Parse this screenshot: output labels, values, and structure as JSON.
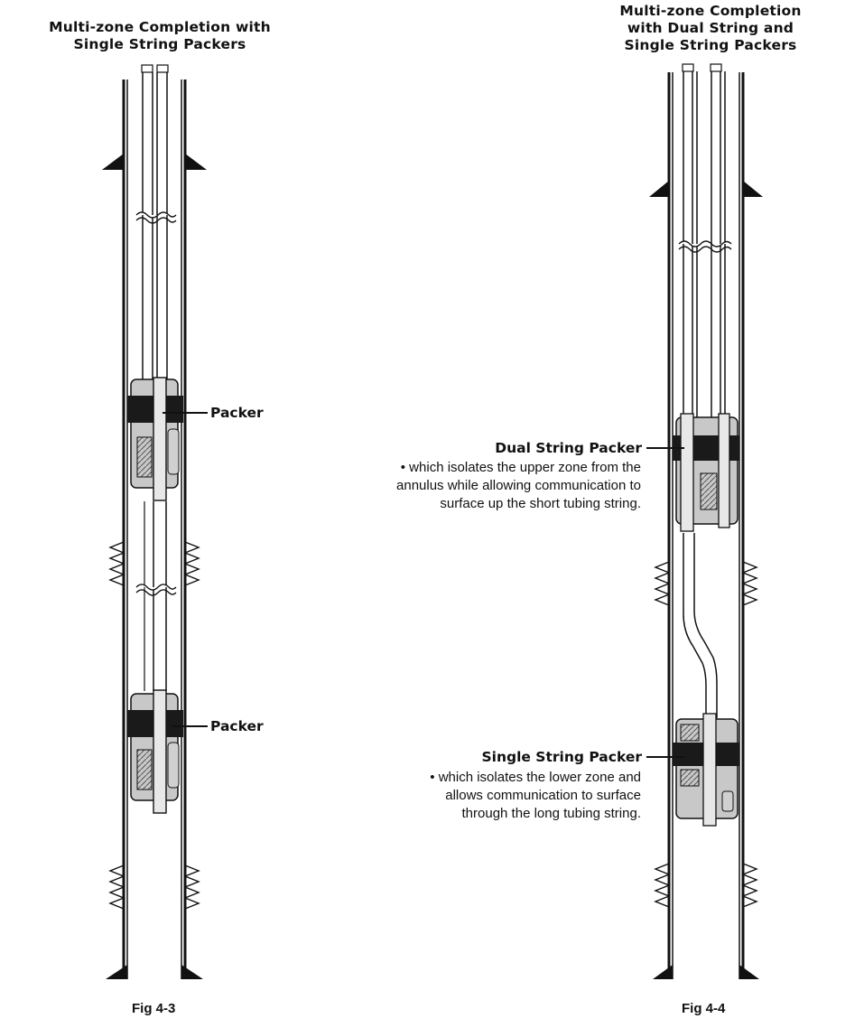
{
  "left_diagram": {
    "title_lines": [
      "Multi-zone Completion with",
      "Single String Packers"
    ],
    "packer_labels": [
      "Packer",
      "Packer"
    ],
    "figure_caption": "Fig 4-3"
  },
  "right_diagram": {
    "title_lines": [
      "Multi-zone Completion",
      "with Dual String and",
      "Single String Packers"
    ],
    "dual_packer": {
      "label": "Dual String Packer",
      "description_lines": [
        "• which isolates the upper zone from the",
        "annulus while allowing communication to",
        "surface up the short tubing string."
      ]
    },
    "single_packer": {
      "label": "Single String Packer",
      "description_lines": [
        "• which isolates the lower zone and",
        "allows communication to surface",
        "through the long tubing string."
      ]
    },
    "figure_caption": "Fig 4-4"
  },
  "colors": {
    "ink": "#111111",
    "packer_body": "#c8c8c8",
    "element_band": "#1a1a1a"
  }
}
